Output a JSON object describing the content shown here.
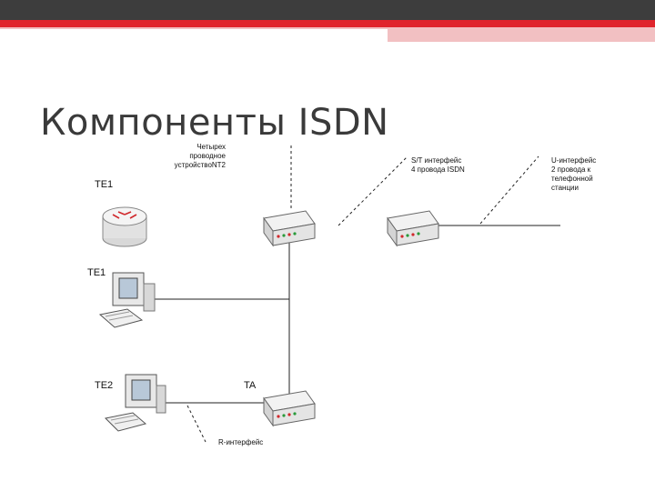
{
  "title": "Компоненты ISDN",
  "colors": {
    "top_bar": "#3d3d3d",
    "accent_red": "#e0242c",
    "accent_pink": "#f2c0c2"
  },
  "labels": {
    "te1_router": "TE1",
    "te1_pc": "TE1",
    "te2": "TE2",
    "ta": "TA",
    "nt2_note": [
      "Четырех",
      "проводное",
      "устройствоNT2"
    ],
    "st_note": [
      "S/T интерфейс",
      "4 провода ISDN"
    ],
    "u_note": [
      "U-интерфейс",
      "2 провода к",
      "телефонной",
      "станции"
    ],
    "r_note": "R-интерфейс"
  },
  "icons": [
    "router-icon",
    "pc-icon",
    "pc-icon",
    "switch-icon",
    "switch-icon",
    "switch-icon"
  ]
}
